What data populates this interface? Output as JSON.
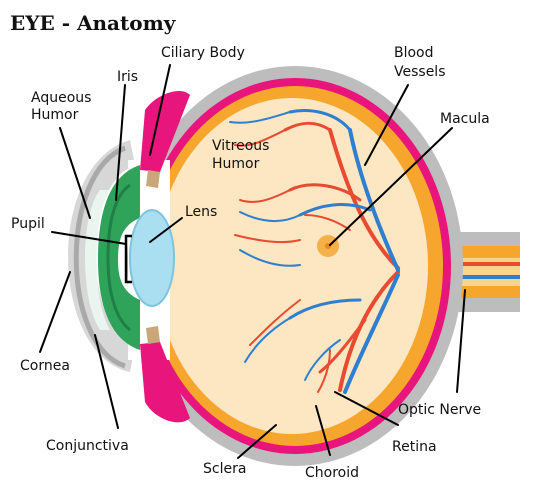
{
  "diagram": {
    "title": "EYE - Anatomy",
    "labels": {
      "iris": "Iris",
      "ciliary_body": "Ciliary Body",
      "aqueous_humor_1": "Aqueous",
      "aqueous_humor_2": "Humor",
      "blood_vessels_1": "Blood",
      "blood_vessels_2": "Vessels",
      "macula": "Macula",
      "vitreous_humor_1": "Vitreous",
      "vitreous_humor_2": "Humor",
      "lens": "Lens",
      "pupil": "Pupil",
      "cornea": "Cornea",
      "optic_nerve": "Optic Nerve",
      "conjunctiva": "Conjunctiva",
      "retina": "Retina",
      "sclera": "Sclera",
      "choroid": "Choroid"
    },
    "colors": {
      "sclera": "#bdbdbd",
      "choroid": "#e8157c",
      "retina": "#f6a62d",
      "vitreous": "#fde6c2",
      "iris": "#2fa35a",
      "lens": "#a9dff0",
      "blood_red": "#e84a32",
      "blood_blue": "#2f7fd0",
      "macula": "#f5b04a"
    }
  }
}
